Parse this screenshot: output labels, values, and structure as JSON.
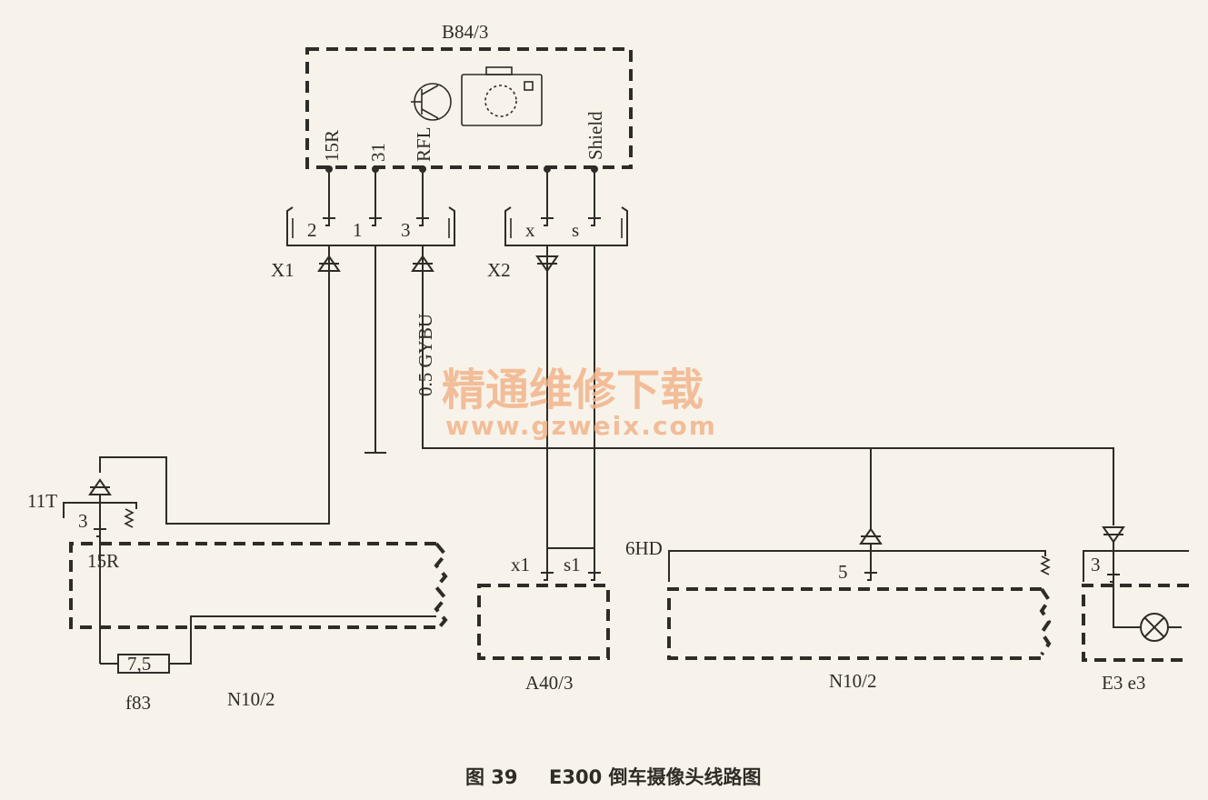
{
  "components": {
    "camera": "B84/3",
    "pins_top": [
      "15R",
      "31",
      "RFL",
      "Shield"
    ],
    "connector_x1": {
      "name": "X1",
      "pins": [
        "2",
        "1",
        "3"
      ]
    },
    "connector_x2": {
      "name": "X2",
      "pins": [
        "x",
        "s"
      ]
    },
    "wire": "0.5 GYBU",
    "left_module": {
      "terminal": "11T",
      "pin": "3",
      "signal": "15R",
      "fuse_label": "f83",
      "fuse_value": "7,5",
      "name": "N10/2"
    },
    "middle_module": {
      "name": "A40/3",
      "pins": [
        "x1",
        "s1"
      ]
    },
    "right_module": {
      "terminal": "6HD",
      "pin": "5",
      "name": "N10/2"
    },
    "lamp": {
      "pin": "3",
      "name": "E3 e3"
    }
  },
  "watermark": {
    "line1": "精通维修下载",
    "line2": "www.gzweix.com"
  },
  "caption": {
    "figure": "图 39",
    "title": "E300 倒车摄像头线路图"
  }
}
